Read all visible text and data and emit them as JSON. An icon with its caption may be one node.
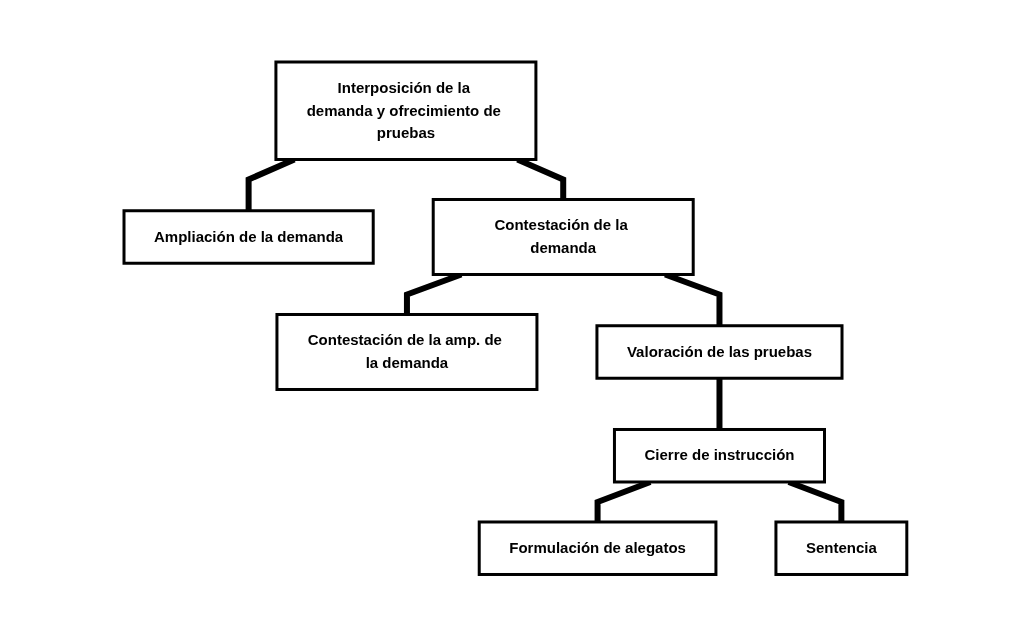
{
  "diagram": {
    "nodes": [
      {
        "text": [
          "Interposición de la demanda y ofrecimiento de pruebas"
        ]
      },
      {
        "text": [
          "Ampliación de la demanda"
        ]
      },
      {
        "text": [
          "Contestación de la demanda"
        ]
      },
      {
        "text": [
          "Contestación de la amp. de la demanda"
        ]
      },
      {
        "text": [
          "Valoración de las pruebas"
        ]
      },
      {
        "text": [
          "Cierre de instrucción"
        ]
      },
      {
        "text": [
          "Formulación de alegatos"
        ]
      },
      {
        "text": [
          "Sentencia"
        ]
      }
    ],
    "edges": [
      {
        "from": 0,
        "to": 1,
        "arrow": "none"
      },
      {
        "from": 0,
        "to": 2,
        "arrow": "none"
      },
      {
        "from": 2,
        "to": 3,
        "arrow": "none"
      },
      {
        "from": 2,
        "to": 4,
        "arrow": "none"
      },
      {
        "from": 4,
        "to": 5,
        "arrow": "none"
      },
      {
        "from": 5,
        "to": 6,
        "arrow": "none"
      },
      {
        "from": 5,
        "to": 7,
        "arrow": "none"
      }
    ]
  }
}
